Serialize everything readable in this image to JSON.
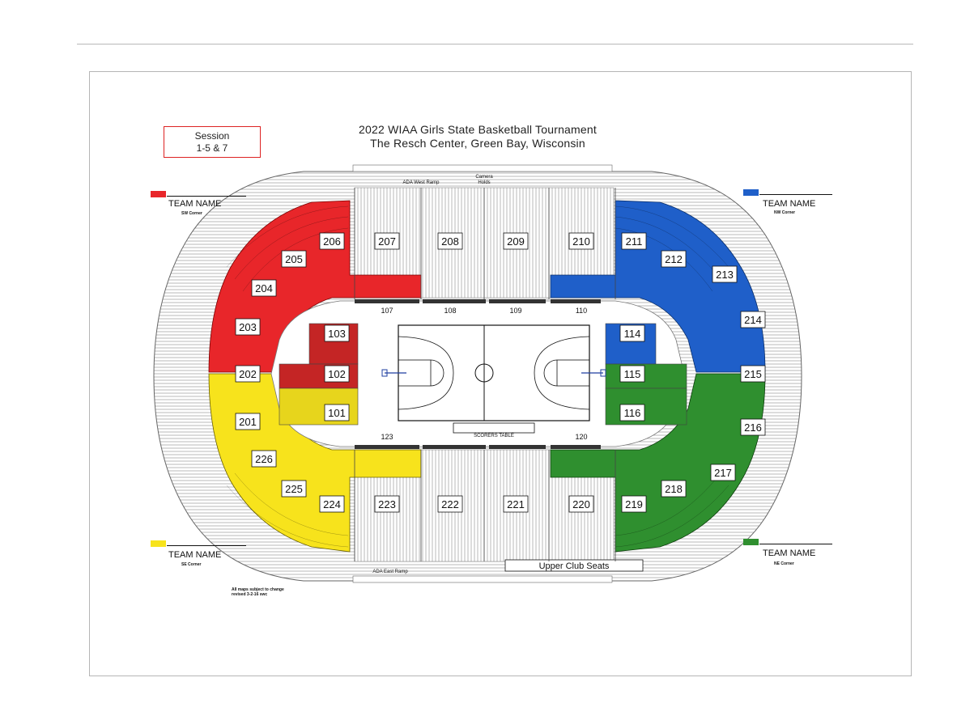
{
  "title": {
    "line1": "2022 WIAA Girls State Basketball Tournament",
    "line2": "The Resch Center, Green Bay, Wisconsin"
  },
  "session": {
    "line1": "Session",
    "line2": "1-5 & 7"
  },
  "teams": {
    "sw": {
      "name": "TEAM NAME",
      "corner": "SW Corner",
      "color": "#e8262a"
    },
    "nw": {
      "name": "TEAM NAME",
      "corner": "NW Corner",
      "color": "#1f5fc9"
    },
    "se": {
      "name": "TEAM NAME",
      "corner": "SE Corner",
      "color": "#f7e31c"
    },
    "ne": {
      "name": "TEAM NAME",
      "corner": "NE Corner",
      "color": "#2f8f2f"
    }
  },
  "note": {
    "line1": "All maps subject to change",
    "line2": "revised 3-2-16 swc"
  },
  "labels": {
    "ada_west": "ADA West Ramp",
    "camera1": "Camera",
    "camera2": "Holds",
    "ada_east": "ADA East Ramp",
    "upper_club": "Upper Club Seats",
    "scorers": "SCORERS TABLE"
  },
  "sections": {
    "s201": "201",
    "s202": "202",
    "s203": "203",
    "s204": "204",
    "s205": "205",
    "s206": "206",
    "s207": "207",
    "s208": "208",
    "s209": "209",
    "s210": "210",
    "s211": "211",
    "s212": "212",
    "s213": "213",
    "s214": "214",
    "s215": "215",
    "s216": "216",
    "s217": "217",
    "s218": "218",
    "s219": "219",
    "s220": "220",
    "s221": "221",
    "s222": "222",
    "s223": "223",
    "s224": "224",
    "s225": "225",
    "s226": "226",
    "s101": "101",
    "s102": "102",
    "s103": "103",
    "s114": "114",
    "s115": "115",
    "s116": "116",
    "s107": "107",
    "s108": "108",
    "s109": "109",
    "s110": "110",
    "s123": "123",
    "s120": "120"
  }
}
